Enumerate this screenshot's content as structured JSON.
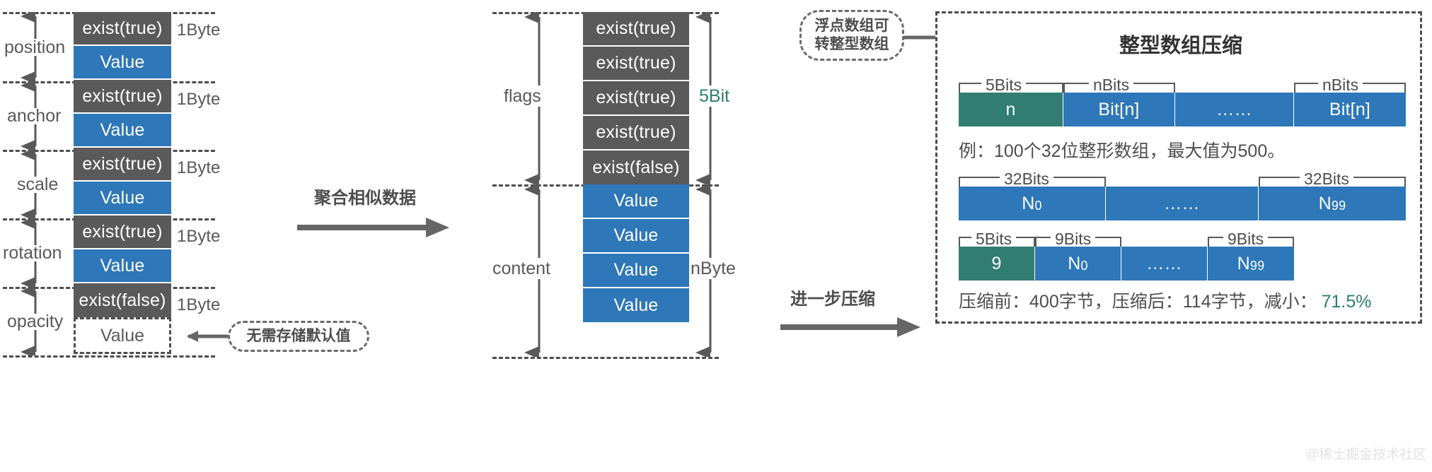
{
  "diagram": {
    "title_right_panel": "整型数组压缩",
    "watermark": "@稀土掘金技术社区"
  },
  "left_column": {
    "groups": [
      {
        "label": "position",
        "flag": "exist(true)",
        "value": "Value",
        "size": "1Byte"
      },
      {
        "label": "anchor",
        "flag": "exist(true)",
        "value": "Value",
        "size": "1Byte"
      },
      {
        "label": "scale",
        "flag": "exist(true)",
        "value": "Value",
        "size": "1Byte"
      },
      {
        "label": "rotation",
        "flag": "exist(true)",
        "value": "Value",
        "size": "1Byte"
      },
      {
        "label": "opacity",
        "flag": "exist(false)",
        "value": "Value",
        "size": "1Byte"
      }
    ],
    "callout_default": "无需存储默认值"
  },
  "arrows": {
    "aggregate": "聚合相似数据",
    "further_compress": "进一步压缩"
  },
  "middle_column": {
    "section_flags_label": "flags",
    "section_content_label": "content",
    "flags_size": "5Bit",
    "content_size": "nByte",
    "flags": [
      "exist(true)",
      "exist(true)",
      "exist(true)",
      "exist(true)",
      "exist(false)"
    ],
    "contents": [
      "Value",
      "Value",
      "Value",
      "Value"
    ]
  },
  "float_callout": {
    "line1": "浮点数组可",
    "line2": "转整型数组"
  },
  "right_panel": {
    "title": "整型数组压缩",
    "row_compressed_format": {
      "brackets": [
        "5Bits",
        "nBits",
        "nBits"
      ],
      "cells": [
        "n",
        "Bit[n]",
        "……",
        "Bit[n]"
      ]
    },
    "example_note": "例：100个32位整形数组，最大值为500。",
    "row_before": {
      "brackets": [
        "32Bits",
        "32Bits"
      ],
      "cells": [
        "N0",
        "……",
        "N99"
      ]
    },
    "row_after": {
      "brackets": [
        "5Bits",
        "9Bits",
        "9Bits"
      ],
      "cells": [
        "9",
        "N0",
        "……",
        "N99"
      ]
    },
    "summary": {
      "before_label": "压缩前：",
      "before_value": "400字节，",
      "after_label": "压缩后：",
      "after_value": "114字节，",
      "reduce_label": "减小：",
      "reduce_value": "71.5%"
    }
  },
  "colors": {
    "gray": "#5a5a5a",
    "blue": "#2e77b8",
    "teal": "#317d71",
    "dash": "#4d4d4d"
  }
}
